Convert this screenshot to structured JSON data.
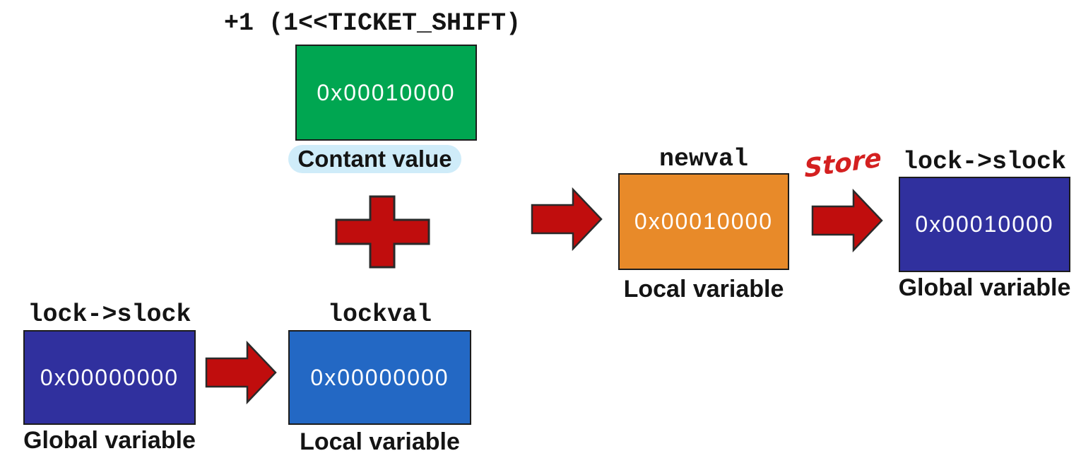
{
  "title": "+1 (1<<TICKET_SHIFT)",
  "constant_box": {
    "value": "0x00010000",
    "caption": "Contant value"
  },
  "global_before": {
    "label": "lock->slock",
    "value": "0x00000000",
    "caption": "Global variable"
  },
  "local_lockval": {
    "label": "lockval",
    "value": "0x00000000",
    "caption": "Local variable"
  },
  "local_newval": {
    "label": "newval",
    "value": "0x00010000",
    "caption": "Local variable"
  },
  "global_after": {
    "label": "lock->slock",
    "value": "0x00010000",
    "caption": "Global variable"
  },
  "store_annotation": "Store",
  "icons": {
    "plus": "plus-operator-cross",
    "arrow": "right-arrow"
  },
  "colors": {
    "constant_green": "#00a651",
    "global_navy": "#30309e",
    "local_blue": "#2368c4",
    "local_orange": "#e88a29",
    "arrow_red": "#c00d0d",
    "annotation_red": "#d42020",
    "caption_highlight_blue": "#cfecf9",
    "box_border": "#1c1c1c",
    "text_dark": "#141414",
    "value_text": "#ffffff"
  }
}
